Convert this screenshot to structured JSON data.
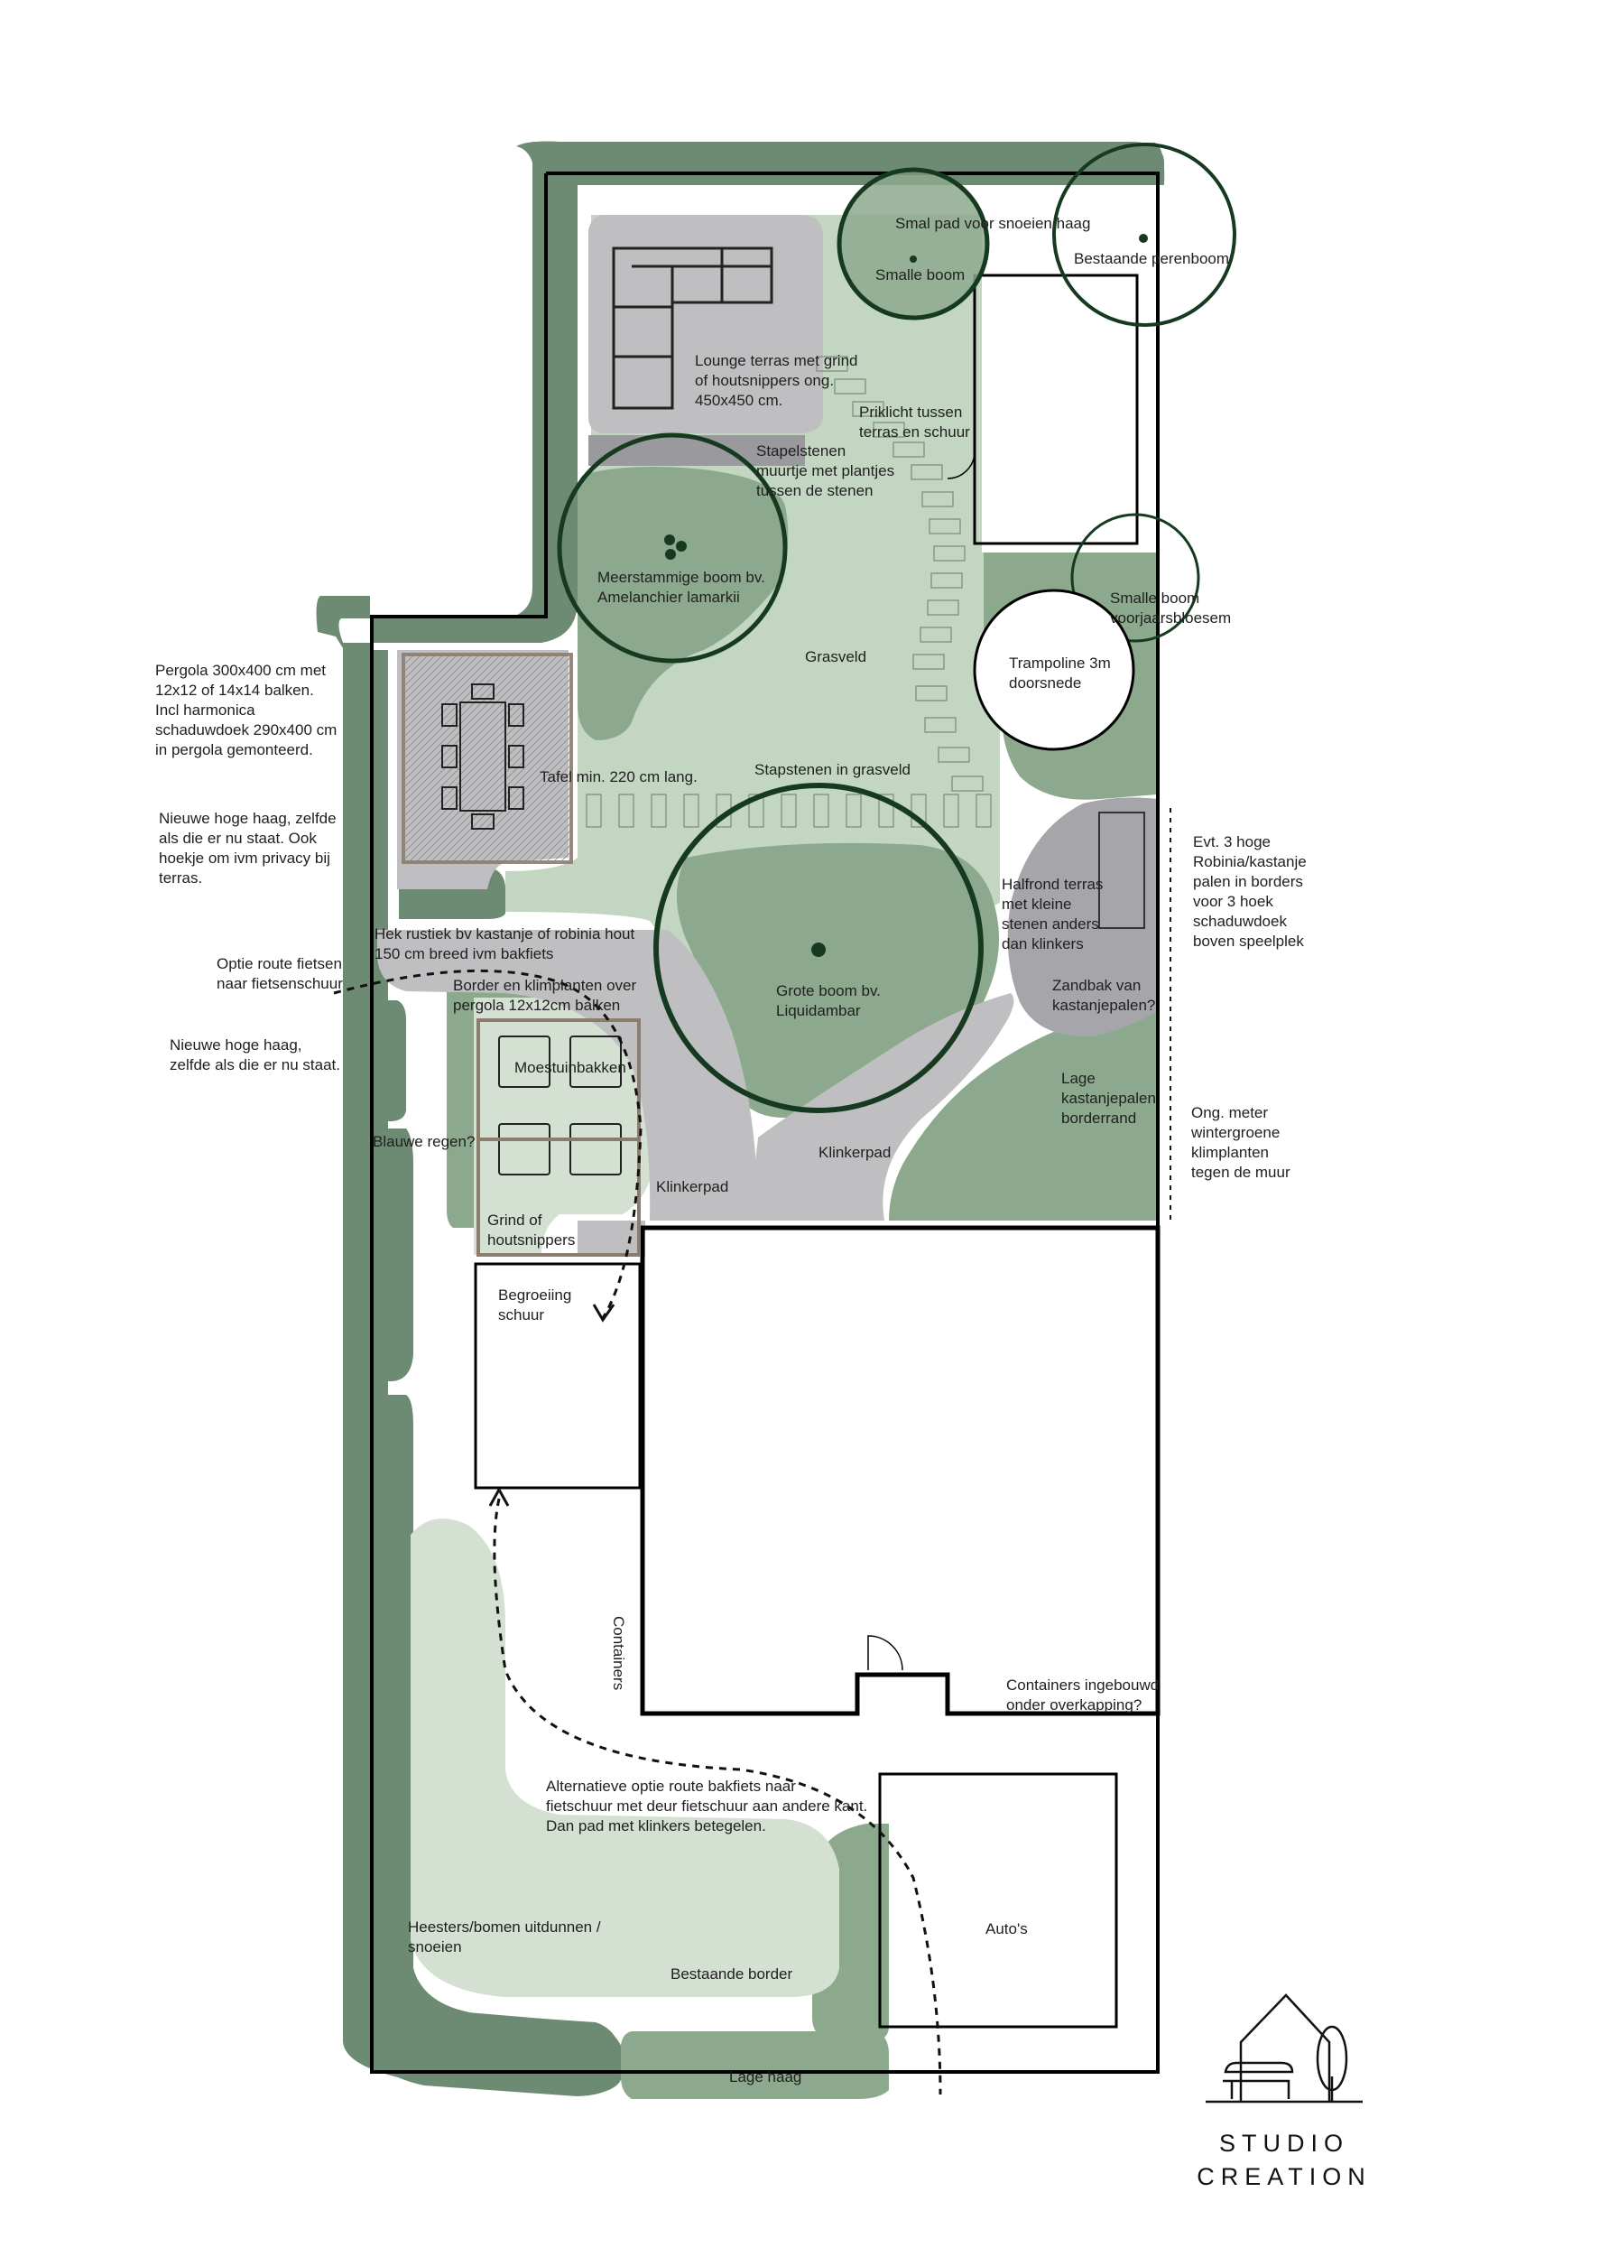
{
  "brand": {
    "line1": "STUDIO",
    "line2": "CREATION"
  },
  "colors": {
    "hedge": "#6d8b72",
    "border_dark": "#8da98d",
    "lawn": "#c3d6c2",
    "border_light": "#d4e0d2",
    "paving": "#bfbfc2",
    "paving_dark": "#a6a6aa",
    "wall": "#000000",
    "tree": "#163a1f"
  },
  "labels": {
    "smal_pad": "Smal pad voor snoeien haag",
    "smalle_boom_1": "Smalle boom",
    "perenboom": "Bestaande perenboom",
    "lounge": [
      "Lounge terras met grind",
      "of houtsnippers ong.",
      "450x450 cm."
    ],
    "priklicht": [
      "Priklicht tussen",
      "terras en schuur"
    ],
    "stapelstenen": [
      "Stapelstenen",
      "muurtje met plantjes",
      "tussen de stenen"
    ],
    "meerstammige": [
      "Meerstammige boom bv.",
      "Amelanchier lamarkii"
    ],
    "smalle_boom_2": [
      "Smalle boom",
      "voorjaarsbloesem"
    ],
    "grasveld": "Grasveld",
    "trampoline": [
      "Trampoline 3m",
      "doorsnede"
    ],
    "pergola": [
      "Pergola 300x400 cm met",
      "12x12 of 14x14 balken.",
      "Incl harmonica",
      "schaduwdoek 290x400 cm",
      "in pergola gemonteerd."
    ],
    "tafel": "Tafel min. 220 cm lang.",
    "stapstenen": "Stapstenen in grasveld",
    "haag_1": [
      "Nieuwe hoge haag, zelfde",
      "als die er nu staat. Ook",
      "hoekje om ivm privacy bij",
      "terras."
    ],
    "robinia": [
      "Evt. 3 hoge",
      "Robinia/kastanje",
      "palen in borders",
      "voor 3 hoek",
      "schaduwdoek",
      "boven speelplek"
    ],
    "halfrond": [
      "Halfrond terras",
      "met kleine",
      "stenen anders",
      "dan klinkers"
    ],
    "hek": [
      "Hek rustiek bv kastanje of robinia hout",
      "150 cm breed ivm bakfiets"
    ],
    "optie_route": [
      "Optie route fietsen",
      "naar fietsenschuur"
    ],
    "border_klimplanten": [
      "Border en klimplanten over",
      "pergola 12x12cm balken"
    ],
    "grote_boom": [
      "Grote boom bv.",
      "Liquidambar"
    ],
    "zandbak": [
      "Zandbak van",
      "kastanjepalen?"
    ],
    "haag_2": [
      "Nieuwe hoge haag,",
      "zelfde als die er nu staat."
    ],
    "moestuinbakken": "Moestuinbakken",
    "lage_palen": [
      "Lage",
      "kastanjepalen",
      "borderrand"
    ],
    "ong_meter": [
      "Ong. meter",
      "wintergroene",
      "klimplanten",
      "tegen de muur"
    ],
    "blauwe_regen": "Blauwe regen?",
    "klinkerpad_1": "Klinkerpad",
    "klinkerpad_2": "Klinkerpad",
    "grind": [
      "Grind of",
      "houtsnippers"
    ],
    "begroeiing": [
      "Begroeiing",
      "schuur"
    ],
    "containers_vertical": "Containers",
    "containers_ingebouwd": [
      "Containers ingebouwd",
      "onder overkapping?"
    ],
    "alternatieve": [
      "Alternatieve optie route bakfiets naar",
      "fietschuur met deur fietschuur aan andere kant.",
      "Dan pad met klinkers betegelen."
    ],
    "heesters": [
      "Heesters/bomen uitdunnen /",
      "snoeien"
    ],
    "autos": "Auto's",
    "bestaande_border": "Bestaande border",
    "lage_haag": "Lage haag"
  }
}
